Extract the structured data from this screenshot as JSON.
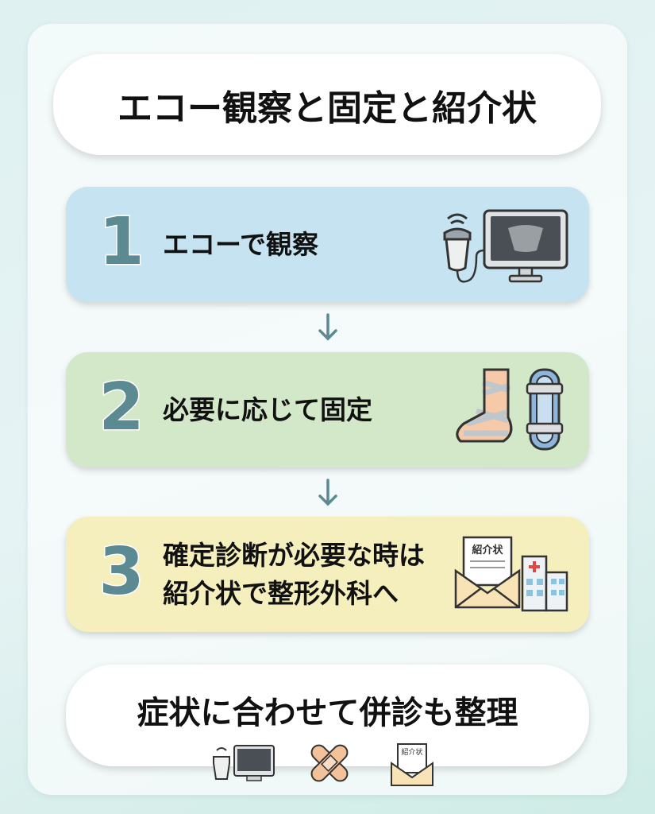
{
  "title": "エコー観察と固定と紹介状",
  "steps": [
    {
      "number": "1",
      "text": [
        "エコーで観察"
      ],
      "color": "#c6e3f2",
      "icon": "ultrasound-icon"
    },
    {
      "number": "2",
      "text": [
        "必要に応じて固定"
      ],
      "color": "#d2e8c8",
      "icon": "ankle-brace-icon"
    },
    {
      "number": "3",
      "text": [
        "確定診断が必要な時は",
        "紹介状で整形外科へ"
      ],
      "color": "#f5eebd",
      "icon": "referral-letter-hospital-icon",
      "letter_label": "紹介状"
    }
  ],
  "summary": "症状に合わせて併診も整理",
  "footer_icons": [
    "ultrasound-icon",
    "bandage-icon",
    "referral-letter-icon"
  ],
  "footer_letter_label": "紹介状"
}
